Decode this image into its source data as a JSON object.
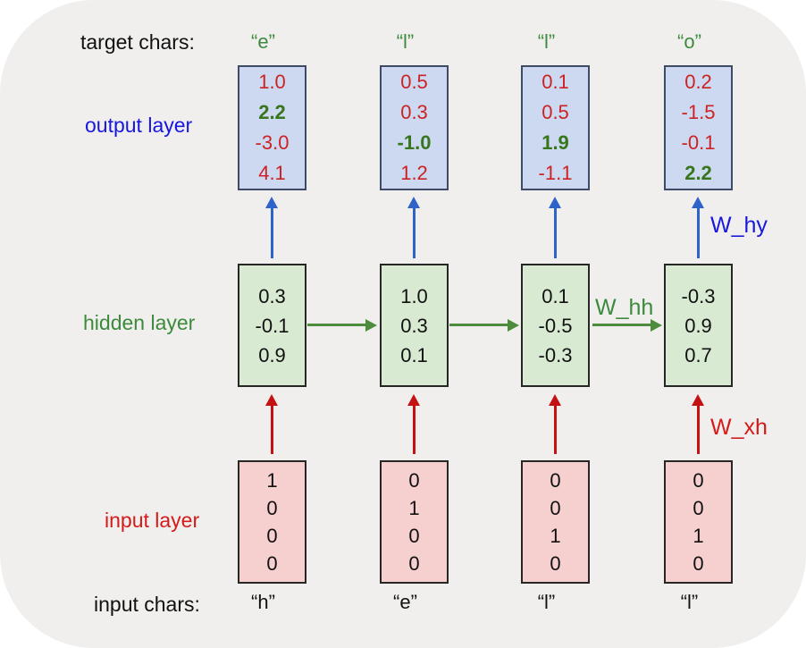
{
  "labels": {
    "target_chars": "target chars:",
    "output_layer": "output layer",
    "hidden_layer": "hidden layer",
    "input_layer": "input layer",
    "input_chars": "input chars:"
  },
  "weights": {
    "w_hy": "W_hy",
    "w_hh": "W_hh",
    "w_xh": "W_xh"
  },
  "columns": [
    {
      "target_char": "“e”",
      "input_char": "“h”",
      "output_values": [
        "1.0",
        "2.2",
        "-3.0",
        "4.1"
      ],
      "output_colors": [
        "red",
        "green",
        "red",
        "red"
      ],
      "hidden_values": [
        "0.3",
        "-0.1",
        "0.9"
      ],
      "input_values": [
        "1",
        "0",
        "0",
        "0"
      ]
    },
    {
      "target_char": "“l”",
      "input_char": "“e”",
      "output_values": [
        "0.5",
        "0.3",
        "-1.0",
        "1.2"
      ],
      "output_colors": [
        "red",
        "red",
        "green",
        "red"
      ],
      "hidden_values": [
        "1.0",
        "0.3",
        "0.1"
      ],
      "input_values": [
        "0",
        "1",
        "0",
        "0"
      ]
    },
    {
      "target_char": "“l”",
      "input_char": "“l”",
      "output_values": [
        "0.1",
        "0.5",
        "1.9",
        "-1.1"
      ],
      "output_colors": [
        "red",
        "red",
        "green",
        "red"
      ],
      "hidden_values": [
        "0.1",
        "-0.5",
        "-0.3"
      ],
      "input_values": [
        "0",
        "0",
        "1",
        "0"
      ]
    },
    {
      "target_char": "“o”",
      "input_char": "“l”",
      "output_values": [
        "0.2",
        "-1.5",
        "-0.1",
        "2.2"
      ],
      "output_colors": [
        "red",
        "red",
        "red",
        "green"
      ],
      "hidden_values": [
        "-0.3",
        "0.9",
        "0.7"
      ],
      "input_values": [
        "0",
        "0",
        "1",
        "0"
      ]
    }
  ],
  "colors": {
    "panel_bg": "#f0efee",
    "output_box_fill": "#ccd9f1",
    "output_box_border": "#3d4b66",
    "hidden_box_fill": "#d9ead3",
    "hidden_box_border": "#262626",
    "input_box_fill": "#f6cfcf",
    "input_box_border": "#262626",
    "red_value": "#cc2222",
    "green_value_bold": "#38761d",
    "blue_label": "#1717dd",
    "green_label": "#3c8a3c",
    "red_label": "#d31b1b",
    "blue_arrow": "#2e64c9",
    "green_arrow": "#4c8c3c",
    "red_arrow": "#c41212",
    "text": "#111111"
  }
}
